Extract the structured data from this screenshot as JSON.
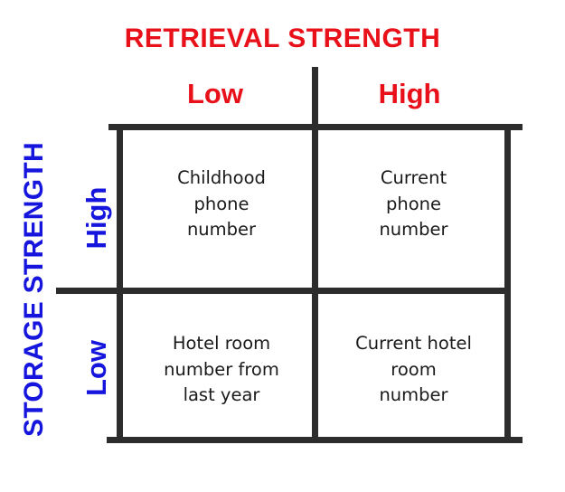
{
  "retrieval": {
    "title": "RETRIEVAL STRENGTH",
    "low": "Low",
    "high": "High"
  },
  "storage": {
    "title": "STORAGE STRENGTH",
    "high": "High",
    "low": "Low"
  },
  "cells": {
    "high_low": "Childhood\nphone\nnumber",
    "high_high": "Current\nphone\nnumber",
    "low_low": "Hotel room\nnumber from\nlast year",
    "low_high": "Current hotel\nroom\nnumber"
  },
  "colors": {
    "retrieval": "#e8111a",
    "storage": "#1515dd",
    "grid": "#2d2d2d"
  }
}
